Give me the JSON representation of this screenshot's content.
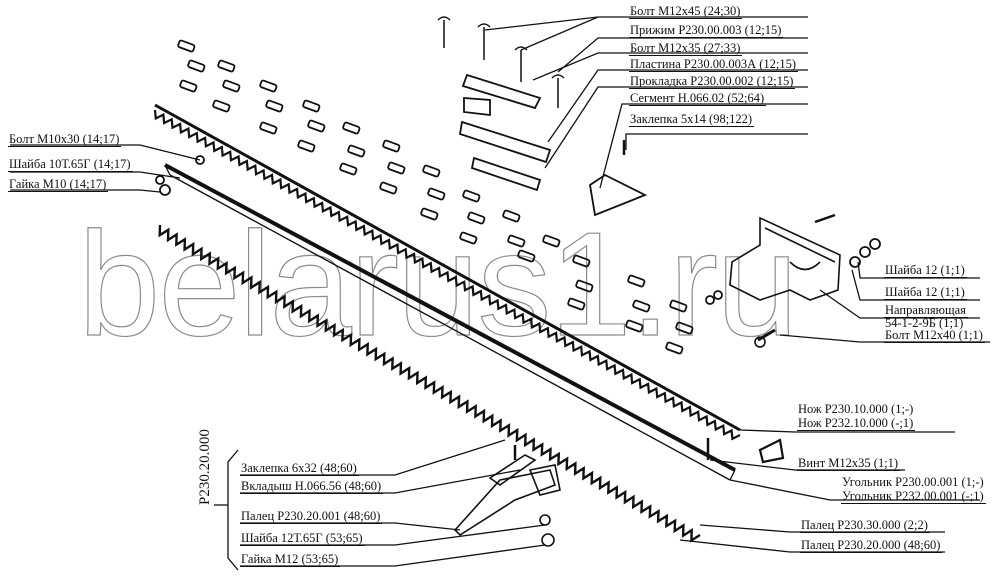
{
  "watermark": "belarus1.ru",
  "group": {
    "id": "Р230.20.000"
  },
  "labels": {
    "bolt_m12x45": "Болт М12х45 (24;30)",
    "prizhim": "Прижим Р230.00.003 (12;15)",
    "bolt_m12x35": "Болт М12х35 (27;33)",
    "plastina": "Пластина Р230.00.003А (12;15)",
    "prokladka": "Прокладка Р230.00.002 (12;15)",
    "segment": "Сегмент Н.066.02 (52;64)",
    "zaklepka_5x14": "Заклепка 5х14 (98;122)",
    "bolt_m10x30": "Болт М10х30 (14;17)",
    "shaiba_10t": "Шайба 10Т.65Г (14;17)",
    "gaika_m10": "Гайка М10 (14;17)",
    "shaiba_12_a": "Шайба 12 (1;1)",
    "shaiba_12_b": "Шайба 12 (1;1)",
    "napravl_1": "Направляющая",
    "napravl_2": "54-1-2-9Б (1;1)",
    "bolt_m12x40": "Болт М12х40 (1;1)",
    "nozh_230": "Нож Р230.10.000 (1;-)",
    "nozh_232": "Нож Р232.10.000 (-;1)",
    "vint_m12x35": "Винт М12х35 (1;1)",
    "ugolnik_230": "Угольник Р230.00.001 (1;-)",
    "ugolnik_232": "Угольник Р232.00.001 (-;1)",
    "palets_30": "Палец Р230.30.000 (2;2)",
    "palets_20_000": "Палец Р230.20.000 (48;60)",
    "zaklepka_6x32": "Заклепка 6х32 (48;60)",
    "vkladysh": "Вкладыш Н.066.56 (48;60)",
    "palets_20_001": "Палец Р230.20.001 (48;60)",
    "shaiba_12t": "Шайба 12Т.65Г (53;65)",
    "gaika_m12": "Гайка М12 (53;65)"
  }
}
